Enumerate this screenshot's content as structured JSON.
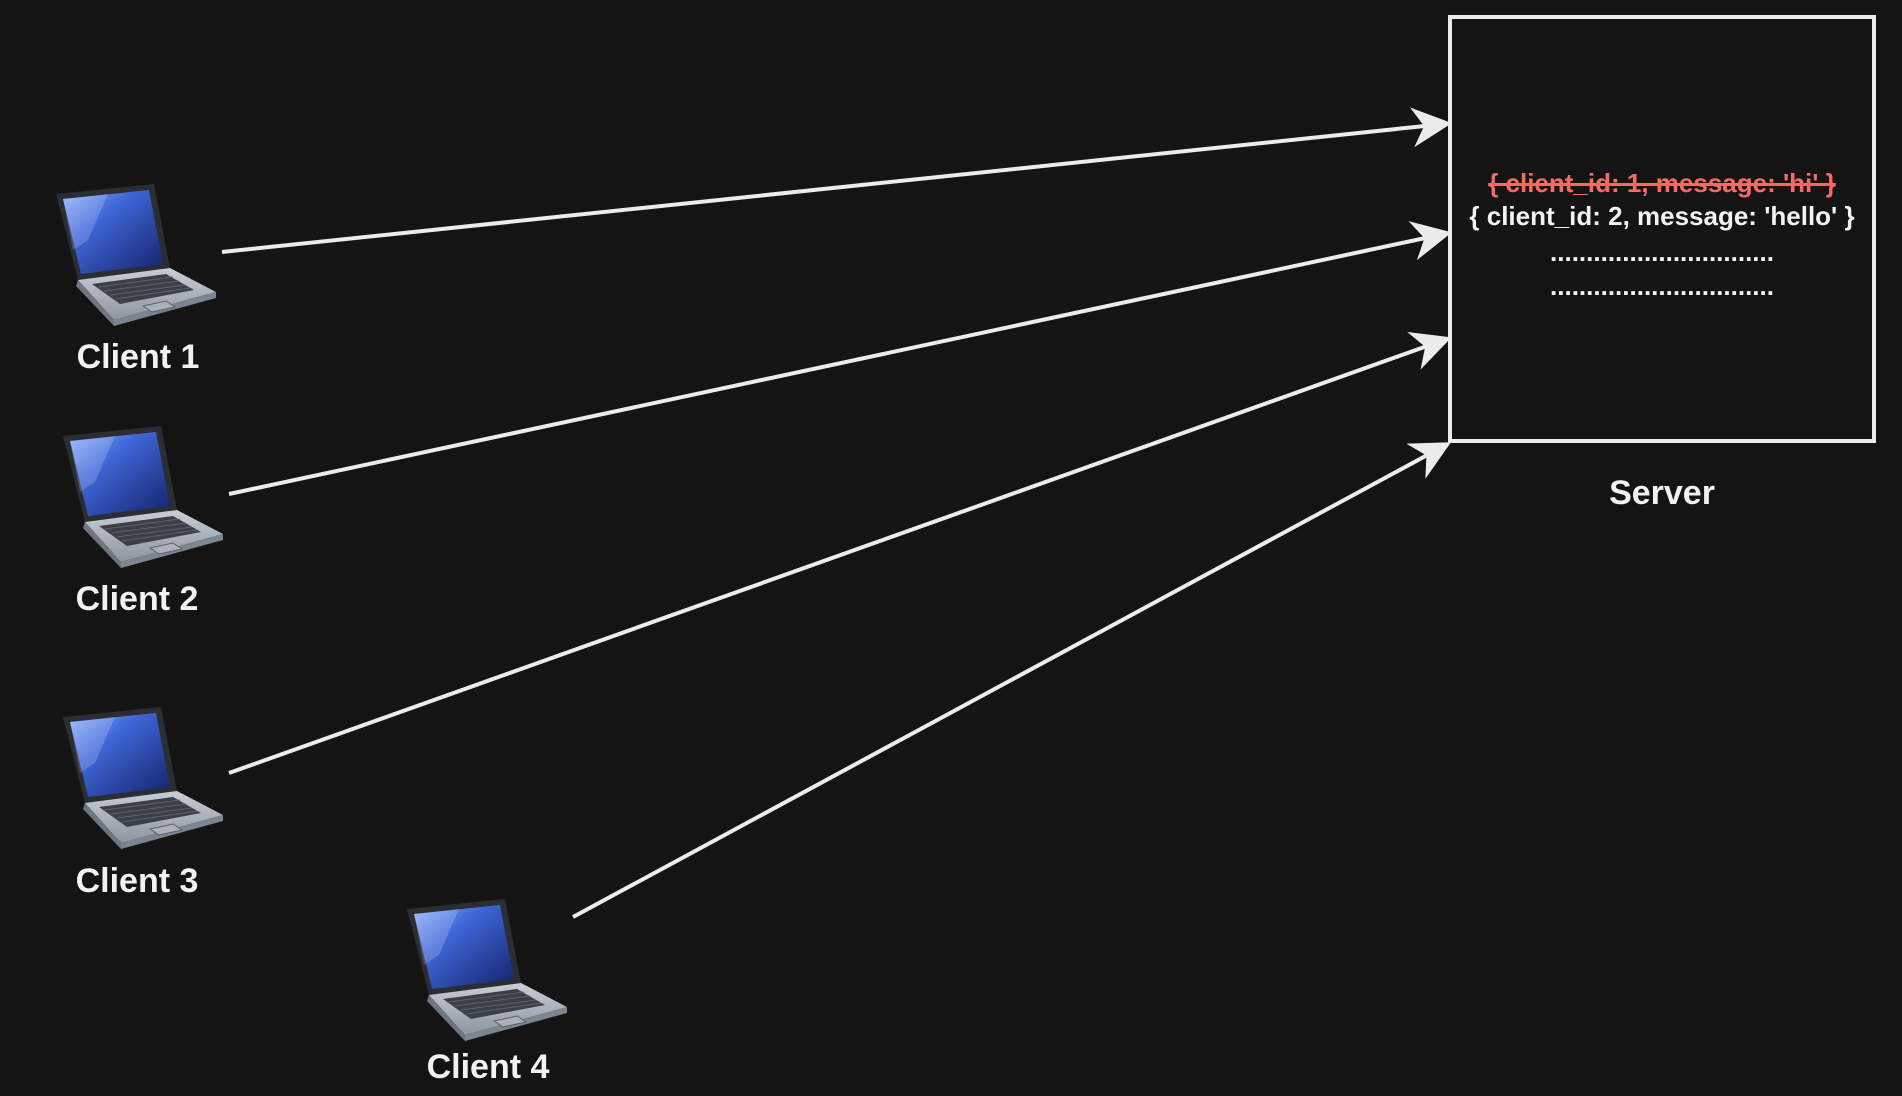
{
  "clients": [
    {
      "label": "Client 1",
      "icon": "laptop-icon"
    },
    {
      "label": "Client 2",
      "icon": "laptop-icon"
    },
    {
      "label": "Client 3",
      "icon": "laptop-icon"
    },
    {
      "label": "Client 4",
      "icon": "laptop-icon"
    }
  ],
  "server": {
    "label": "Server",
    "entries": [
      {
        "text": "{ client_id: 1, message: 'hi' }",
        "status": "removed"
      },
      {
        "text": "{ client_id: 2, message: 'hello' }",
        "status": "active"
      },
      {
        "text": "...............................",
        "status": "placeholder"
      },
      {
        "text": "...............................",
        "status": "placeholder"
      }
    ]
  },
  "colors": {
    "background": "#141414",
    "foreground": "#f2f2f2",
    "removed_entry": "#f46b64",
    "arrow": "#ececec"
  }
}
